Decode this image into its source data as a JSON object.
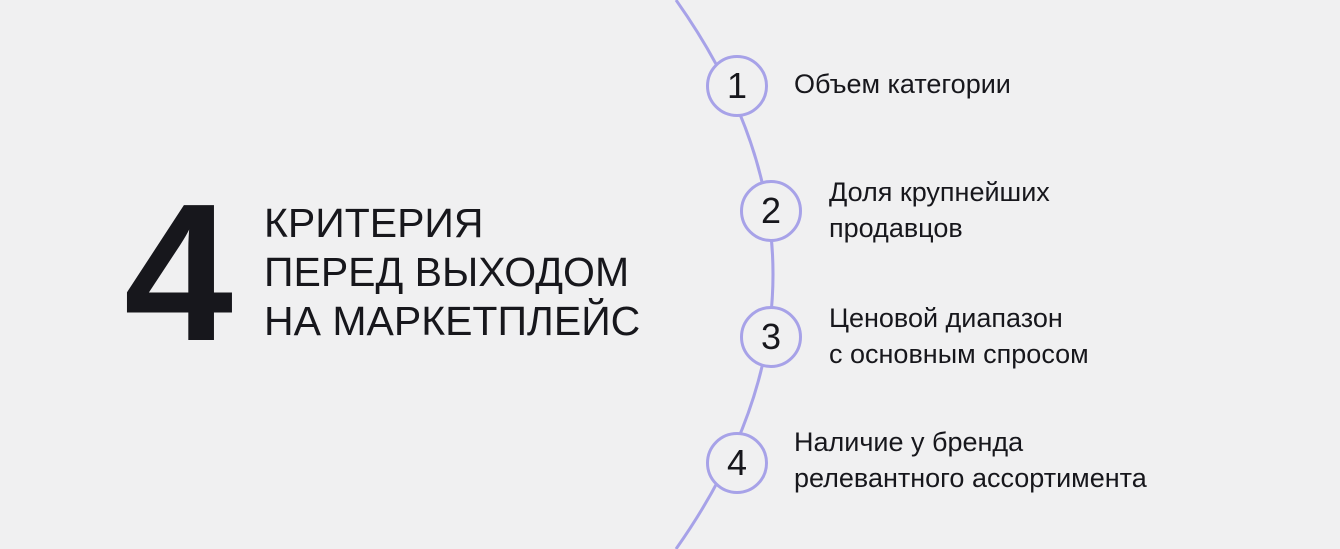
{
  "hero": {
    "number": "4",
    "title_lines": [
      "КРИТЕРИЯ",
      "ПЕРЕД ВЫХОДОМ",
      "НА МАРКЕТПЛЕЙС"
    ]
  },
  "criteria": [
    {
      "number": "1",
      "lines": [
        "Объем категории"
      ]
    },
    {
      "number": "2",
      "lines": [
        "Доля крупнейших",
        "продавцов"
      ]
    },
    {
      "number": "3",
      "lines": [
        "Ценовой диапазон",
        "с основным спросом"
      ]
    },
    {
      "number": "4",
      "lines": [
        "Наличие у бренда",
        "релевантного ассортимента"
      ]
    }
  ],
  "colors": {
    "background": "#f0f0f1",
    "accent": "#a7a2e8",
    "text": "#17171c"
  }
}
